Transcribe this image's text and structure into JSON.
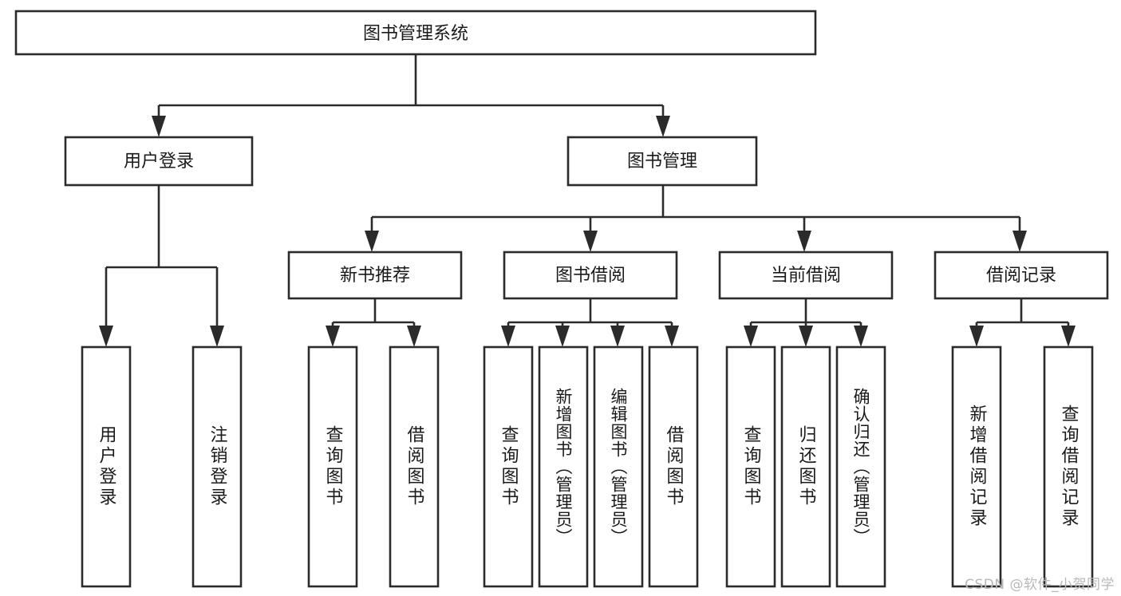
{
  "diagram": {
    "title": "图书管理系统",
    "type": "tree-hierarchy",
    "watermark": "CSDN @软件_小贺同学",
    "colors": {
      "stroke": "#2b2b2b",
      "box_fill": "#ffffff",
      "text": "#1a1a1a",
      "background": "#ffffff",
      "watermark": "#b8b8b8"
    },
    "root": {
      "label": "图书管理系统"
    },
    "level2": [
      {
        "label": "用户登录"
      },
      {
        "label": "图书管理"
      }
    ],
    "level3": [
      {
        "label": "新书推荐"
      },
      {
        "label": "图书借阅"
      },
      {
        "label": "当前借阅"
      },
      {
        "label": "借阅记录"
      }
    ],
    "leaves": {
      "user_login": [
        {
          "label": "用户登录"
        },
        {
          "label": "注销登录"
        }
      ],
      "new_book_recommend": [
        {
          "label": "查询图书"
        },
        {
          "label": "借阅图书"
        }
      ],
      "book_borrow": [
        {
          "label": "查询图书"
        },
        {
          "label": "新增图书（管理员）"
        },
        {
          "label": "编辑图书（管理员）"
        },
        {
          "label": "借阅图书"
        }
      ],
      "current_borrow": [
        {
          "label": "查询图书"
        },
        {
          "label": "归还图书"
        },
        {
          "label": "确认归还（管理员）"
        }
      ],
      "borrow_record": [
        {
          "label": "新增借阅记录"
        },
        {
          "label": "查询借阅记录"
        }
      ]
    }
  }
}
